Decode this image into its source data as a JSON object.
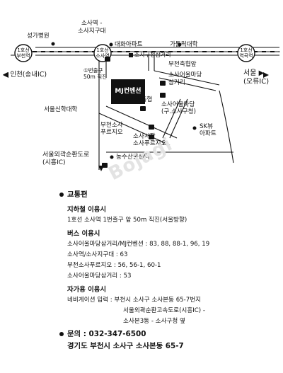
{
  "map": {
    "stations": {
      "bucheon": [
        "1호선",
        "부천역"
      ],
      "sosa": [
        "1호선",
        "소사역"
      ],
      "yeokgok": [
        "1호선",
        "역곡역"
      ]
    },
    "labels": {
      "seongga_hospital": "성가병원",
      "sosa_jigudae": [
        "소사역 -",
        "소사지구대"
      ],
      "daehwa_apt": "대화아파트",
      "gapyeol_univ": "가톨릭대학",
      "sosa_market_crossroad": "소사구청삼거리",
      "incheon": "◀ 인천(송내IC)",
      "exit1": [
        "①번출구",
        "50m 직진"
      ],
      "venue": "MJ컨벤션",
      "bucheon_fed": "부천축협앞",
      "sosa_eouldam": [
        "소사어울마당",
        "삼거리"
      ],
      "seoul": [
        "서울 ▶",
        "(오류IC)"
      ],
      "sosa_office": "소사구청/축협",
      "seoul_theology": "서울신학대학",
      "sosa_eouldam_office": [
        "소사어울마당",
        "(구.소사구청)"
      ],
      "bucheon_sosa_purugio": [
        "부천소사",
        "푸르지오"
      ],
      "sk_view": [
        "SK뷰",
        "아파트"
      ],
      "sosa_market_purugio": [
        "소사시장",
        "소사푸르지오"
      ],
      "outer_ring": [
        "서울외곽순환도로",
        "(시흥IC)"
      ],
      "nonghyup_center": "농수산물센터"
    },
    "watermark": "Bojagi"
  },
  "info": {
    "transport_title": "교통편",
    "subway_title": "지하철 이용시",
    "subway_text": "1호선 소사역 1번출구 앞 50m 직진(서울방향)",
    "bus_title": "버스 이용시",
    "bus_lines": [
      "소사어울마당삼거리/MJ컨벤션 : 83, 88, 88-1, 96, 19",
      "소사역/소사지구대 : 63",
      "부천소사푸르지오 : 56, 56-1, 60-1",
      "소사어울마당삼거리 : 53"
    ],
    "car_title": "자가용 이용시",
    "car_lines": [
      "네비게이션 입력 : 부천시 소사구 소사본동 65-7번지",
      "서울외곽순환고속도로(시흥IC) -",
      "소사본3동 - 소사구청 옆"
    ],
    "contact": "문의 : 032-347-6500",
    "address": "경기도 부천시 소사구 소사본동 65-7"
  }
}
